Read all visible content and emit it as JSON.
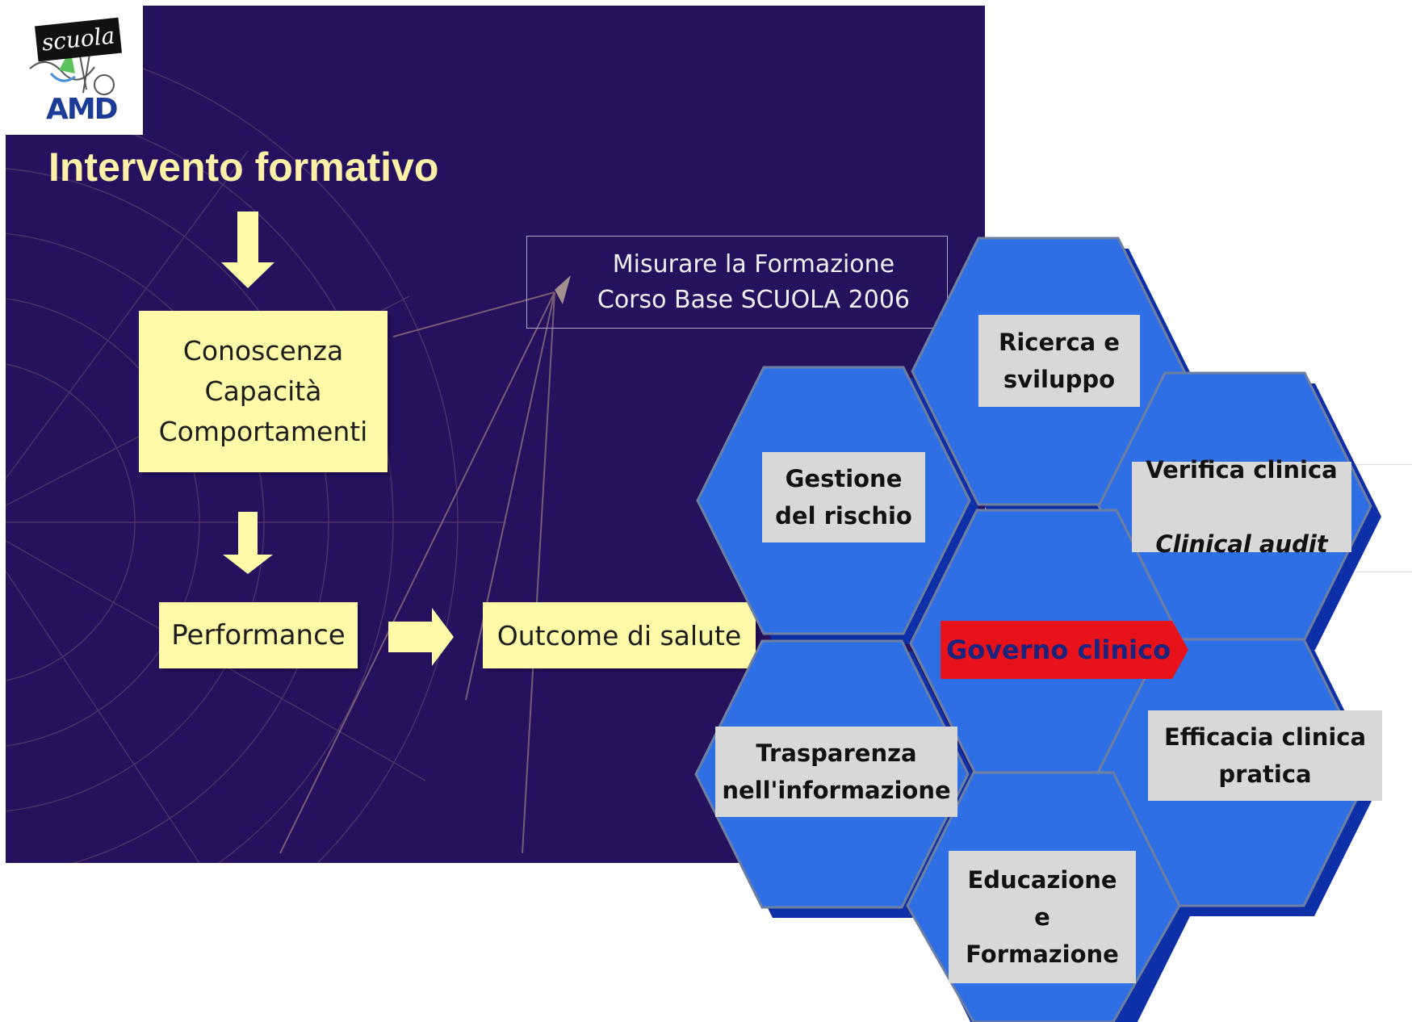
{
  "slide": {
    "title": "Intervento formativo",
    "knowledge_box": "Conoscenza\nCapacità\nComportamenti",
    "performance_box": "Performance",
    "outcome_box": "Outcome di salute",
    "measure_note": "Misurare la Formazione\nCorso Base SCUOLA 2006"
  },
  "logo": {
    "scuola_text": "scuola",
    "amd_text": "AMD"
  },
  "clinical_governance": {
    "center": "Governo clinico",
    "segments": {
      "ricerca": "Ricerca e\nsviluppo",
      "gestione": "Gestione\ndel rischio",
      "verifica_line1": "Verifica clinica",
      "verifica_line2": "Clinical audit",
      "trasparenza": "Trasparenza\nnell'informazione",
      "efficacia": "Efficacia clinica\npratica",
      "educazione": "Educazione\ne\nFormazione"
    }
  },
  "colors": {
    "slide_background": "#25115e",
    "title_text": "#fff2a8",
    "yellow_box": "#fffaa8",
    "hexagon_blue": "#2f6fe6",
    "hexagon_shadow": "#0d2fa8",
    "label_gray": "#d8d8d8",
    "center_red": "#e8131a"
  }
}
